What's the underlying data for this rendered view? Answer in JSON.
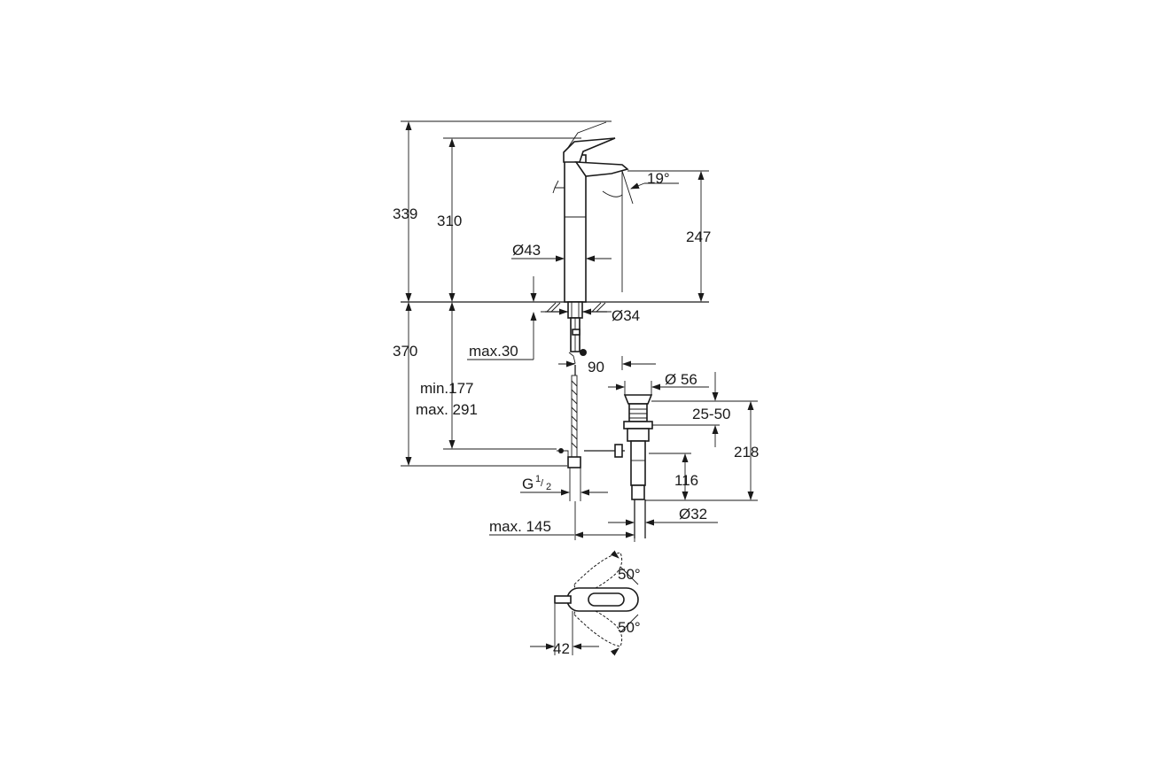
{
  "dimensions": {
    "total_height": "339",
    "spout_height": "310",
    "outlet_height": "247",
    "below_deck": "370",
    "body_diameter": "Ø43",
    "spout_angle": "19°",
    "hole_diameter": "Ø34",
    "deck_thickness": "max.30",
    "projection": "90",
    "waste_diameter": "Ø 56",
    "waste_range": "25-50",
    "waste_height": "218",
    "waste_lower": "116",
    "tail_diameter": "Ø32",
    "hose_min": "min.177",
    "hose_max": "max. 291",
    "connection_g": "G",
    "connection_num": "1",
    "connection_den": "2",
    "hose_offset": "max. 145",
    "lever_angle_top": "50°",
    "lever_angle_bottom": "50°",
    "plan_width": "42"
  },
  "colors": {
    "line": "#1a1a1a",
    "background": "#ffffff"
  }
}
